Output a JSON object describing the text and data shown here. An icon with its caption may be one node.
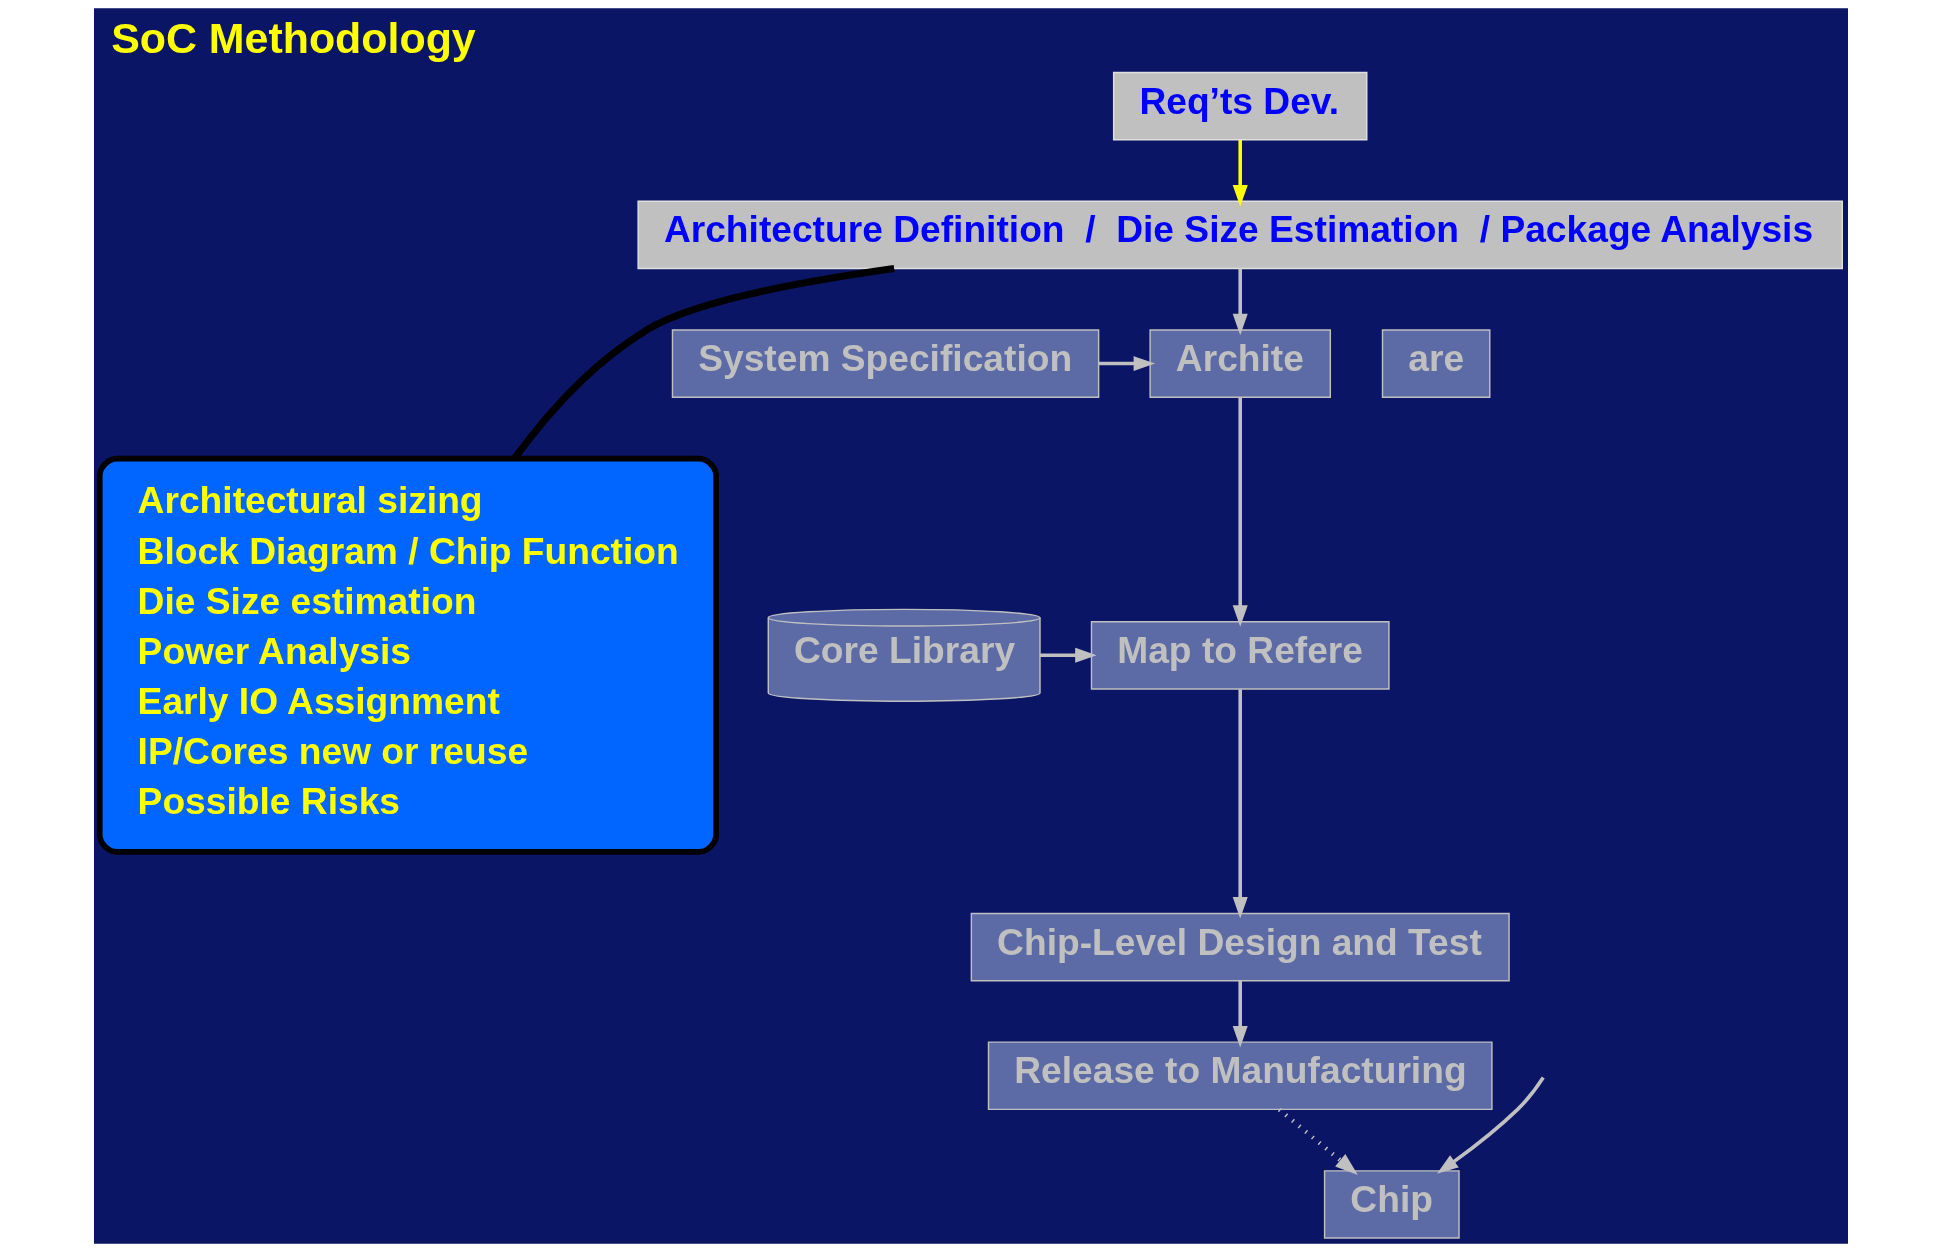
{
  "diagram": {
    "title": "SoC Methodology",
    "nodes": [
      {
        "text": [
          "Req’ts Dev."
        ]
      },
      {
        "text": [
          "Architecture Definition  /  Die Size Estimation  / Package Analysis"
        ]
      },
      {
        "text": [
          "System Specification"
        ]
      },
      {
        "text": [
          "Archite"
        ]
      },
      {
        "text": [
          "are"
        ]
      },
      {
        "text": [
          "Core Library"
        ]
      },
      {
        "text": [
          "Map to Refere"
        ]
      },
      {
        "text": [
          "Chip-Level Design and Test"
        ]
      },
      {
        "text": [
          "Release to Manufacturing"
        ]
      },
      {
        "text": [
          "Chip"
        ]
      },
      {
        "text": [
          "Architectural sizing",
          "Block Diagram / Chip Function",
          "Die Size estimation",
          "Power Analysis",
          "Early IO Assignment",
          "IP/Cores new or reuse",
          "Possible Risks"
        ]
      }
    ],
    "edges": [
      {
        "from": 0,
        "to": 1,
        "arrow": "to",
        "color": "#ffff00"
      },
      {
        "from": 1,
        "to": 3,
        "arrow": "to"
      },
      {
        "from": 2,
        "to": 3,
        "arrow": "to"
      },
      {
        "from": 3,
        "to": 6,
        "arrow": "to"
      },
      {
        "from": 5,
        "to": 6,
        "arrow": "to"
      },
      {
        "from": 6,
        "to": 7,
        "arrow": "to"
      },
      {
        "from": 7,
        "to": 8,
        "arrow": "to"
      },
      {
        "from": 8,
        "to": 9,
        "arrow": "to",
        "style": "dashed"
      },
      {
        "from": null,
        "to": 9,
        "arrow": "to"
      },
      {
        "from": 10,
        "to": 1,
        "arrow": "none",
        "style": "thick",
        "color": "#000000"
      }
    ]
  }
}
